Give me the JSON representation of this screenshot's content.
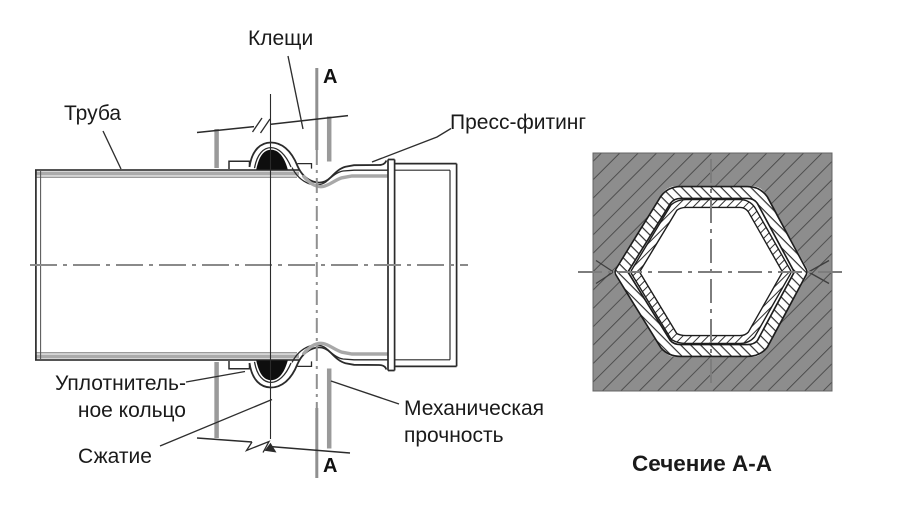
{
  "diagram": {
    "labels": {
      "pliers": "Клещи",
      "pipe": "Труба",
      "press_fitting": "Пресс-фитинг",
      "sealing_ring_line1": "Уплотнитель-",
      "sealing_ring_line2": "ное кольцо",
      "compression": "Сжатие",
      "mech_strength_line1": "Механическая",
      "mech_strength_line2": "прочность",
      "section_marker_top": "А",
      "section_marker_bottom": "А",
      "section_caption": "Сечение А-А"
    },
    "colors": {
      "line": "#2b2b2b",
      "gray_metal": "#a8a8a8",
      "jaw_gray": "#9a9a9a",
      "centerline_gray": "#8a8a8a",
      "seal_black": "#0e0e0e",
      "hatch_block_fill": "#8d8d8d",
      "hatch_block_line": "#484848",
      "background": "#ffffff"
    }
  }
}
